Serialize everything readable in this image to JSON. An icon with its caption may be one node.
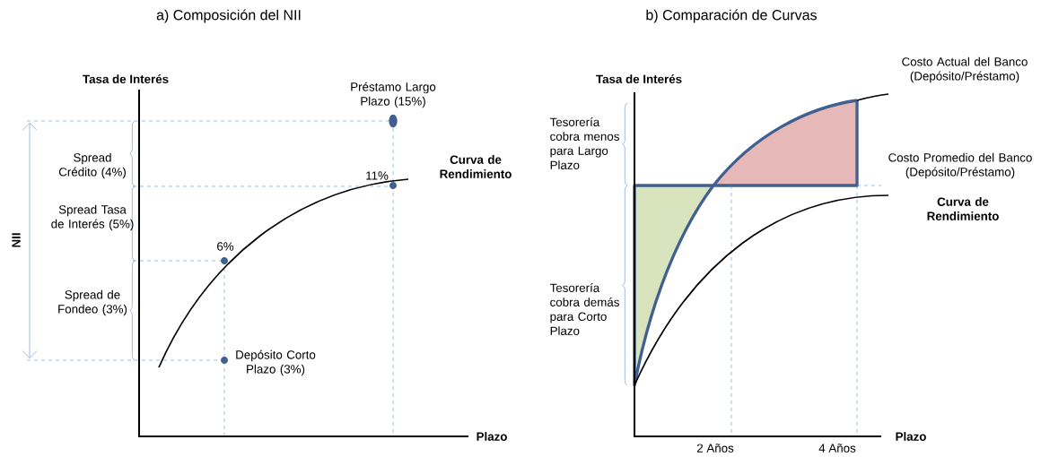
{
  "diagram": {
    "labels": [
      "a) Composición del NII",
      "b) Comparación de Curvas",
      "Tasa de Interés",
      "Préstamo Largo Plazo (15%)",
      "Spread Crédito (4%)",
      "11%",
      "Curva de Rendimiento",
      "NII",
      "Spread Tasa de Interés (5%)",
      "6%",
      "Spread de Fondeo (3%)",
      "Depósito Corto Plazo (3%)",
      "Plazo",
      "Tasa de Interés",
      "Costo Actual del Banco (Depósito/Préstamo)",
      "Tesorería cobra menos para Largo Plazo",
      "Costo Promedio del Banco (Depósito/Préstamo)",
      "Curva de Rendimiento",
      "Tesorería cobra demás para Corto Plazo",
      "2 Años",
      "4 Años",
      "Plazo"
    ]
  }
}
